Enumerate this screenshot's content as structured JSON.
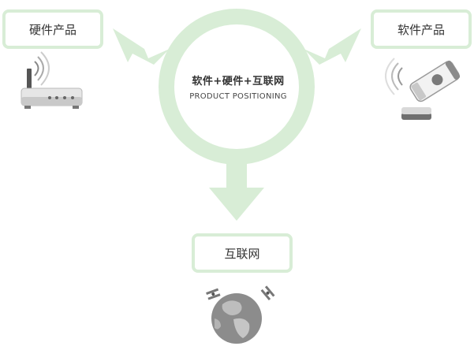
{
  "diagram": {
    "center": {
      "title": "软件+硬件+互联网",
      "subtitle": "PRODUCT POSITIONING"
    },
    "nodes": {
      "hardware": {
        "label": "硬件产品",
        "icon": "router-icon"
      },
      "software": {
        "label": "软件产品",
        "icon": "usb-wireless-dongle-icon"
      },
      "internet": {
        "label": "互联网",
        "icon": "globe-with-satellites-icon"
      }
    }
  },
  "colors": {
    "ring": "#d8edd6",
    "box_border": "#d8edd6",
    "text": "#333333"
  }
}
